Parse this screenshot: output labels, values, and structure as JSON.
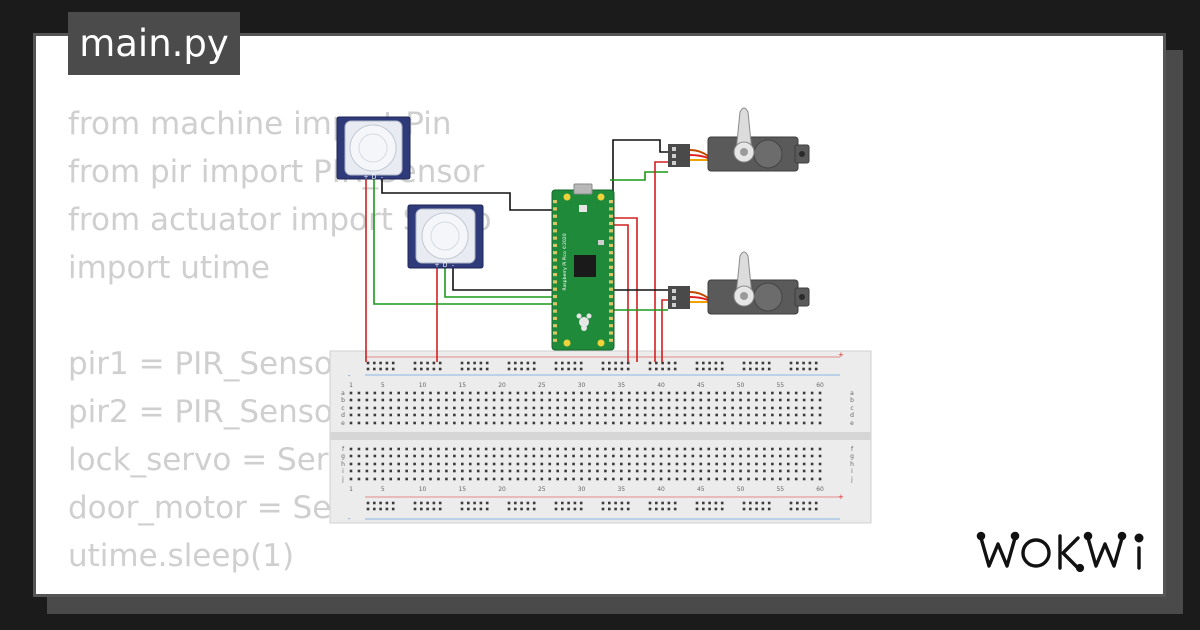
{
  "file_tab": {
    "label": "main.py"
  },
  "code_lines": [
    "from machine import Pin",
    "from pir import PIR_Sensor",
    "from actuator import Servo",
    "import utime",
    "",
    "pir1 = PIR_Sensor(",
    "pir2 = PIR_Sensor(",
    "lock_servo = Servo(",
    "door_motor = Servo(",
    "utime.sleep(1)"
  ],
  "diagram": {
    "pir_labels": [
      "+",
      "D",
      "-"
    ],
    "breadboard": {
      "column_numbers": [
        "1",
        "5",
        "10",
        "15",
        "20",
        "25",
        "30",
        "35",
        "40",
        "45",
        "50",
        "55",
        "60"
      ],
      "row_letters_top": [
        "a",
        "b",
        "c",
        "d",
        "e"
      ],
      "row_letters_bottom": [
        "f",
        "g",
        "h",
        "i",
        "j"
      ],
      "rail_plus": "+",
      "rail_minus": "-"
    },
    "pico_board_text": "Raspberry Pi Pico ©2020",
    "colors": {
      "wire_red": "#d42020",
      "wire_green": "#1a9a1a",
      "wire_black": "#111111",
      "pico_green": "#1f8a3a",
      "pir_blue": "#2f3a7a",
      "servo_gray": "#5a5a5a",
      "servo_horn": "#dcdcdc",
      "breadboard": "#ececec"
    },
    "icons": [
      "raspberry-pi-logo-icon",
      "pir-dome-icon",
      "servo-horn-icon"
    ]
  },
  "brand": {
    "logo_text": "WOKWi"
  }
}
